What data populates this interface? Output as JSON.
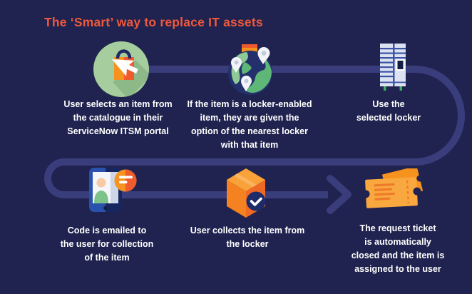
{
  "title": "The ‘Smart’ way to replace IT assets",
  "colors": {
    "background": "#20234f",
    "flow_path": "#3a3d7b",
    "title_accent": "#f0593c",
    "caption_text": "#ffffff",
    "orange_light": "#f6921e",
    "orange_dark": "#ef5b2d",
    "green_circle": "#a5cd9d",
    "globe_green": "#5eb677",
    "locker_body": "#dce2f0",
    "locker_blue": "#3b53a6",
    "phone_blue": "#2a52ad",
    "badge_navy": "#1d2b69",
    "ticket_orange": "#f9a83f"
  },
  "steps": [
    {
      "icon": "shopping-bag-cursor-icon",
      "label": "User selects an item from\nthe catalogue in their\nServiceNow ITSM portal"
    },
    {
      "icon": "globe-locker-map-icon",
      "label": "If the item is a locker-enabled\nitem, they are given the\noption of the nearest locker\nwith that item"
    },
    {
      "icon": "locker-icon",
      "label": "Use the\nselected locker"
    },
    {
      "icon": "phone-email-icon",
      "label": "Code is emailed to\nthe user for collection\nof the item"
    },
    {
      "icon": "package-check-icon",
      "label": "User collects the item from\nthe locker"
    },
    {
      "icon": "tickets-icon",
      "label": "The request ticket\nis automatically\nclosed and the item is\nassigned to the user"
    }
  ]
}
